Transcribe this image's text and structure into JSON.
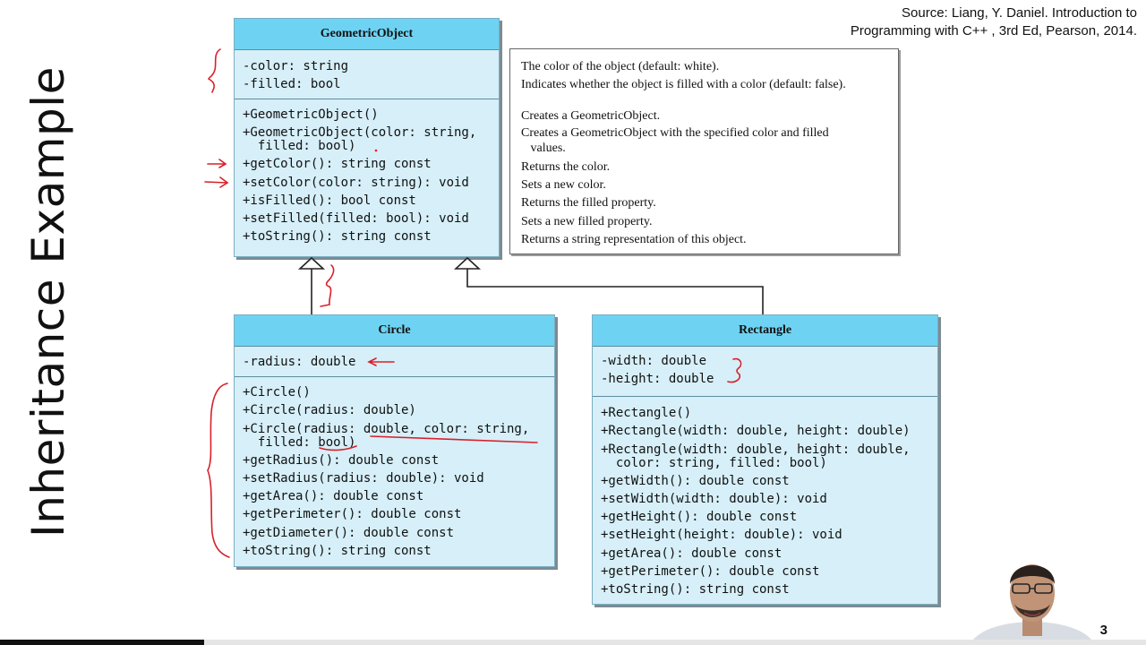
{
  "slide": {
    "side_title": "Inheritance Example",
    "source_line1": "Source: Liang, Y. Daniel. Introduction to",
    "source_line2": "Programming with C++ , 3rd Ed, Pearson, 2014.",
    "page_number": "3"
  },
  "geometric": {
    "name": "GeometricObject",
    "attributes": [
      "-color: string",
      "-filled: bool"
    ],
    "methods": [
      "+GeometricObject()",
      "+GeometricObject(color: string,",
      "  filled: bool)",
      "+getColor(): string const",
      "+setColor(color: string): void",
      "+isFilled(): bool const",
      "+setFilled(filled: bool): void",
      "+toString(): string const"
    ]
  },
  "descriptions": {
    "attrs": [
      "The color of the object (default: white).",
      "Indicates whether the object is filled with a color (default: false)."
    ],
    "methods": [
      "Creates a GeometricObject.",
      "Creates a GeometricObject with the specified color and filled\n   values.",
      "Returns the color.",
      "Sets a new color.",
      "Returns the filled property.",
      "Sets a new filled property.",
      "Returns a string representation of this object."
    ]
  },
  "circle": {
    "name": "Circle",
    "attributes": [
      "-radius: double"
    ],
    "methods": [
      "+Circle()",
      "+Circle(radius: double)",
      "+Circle(radius: double, color: string,",
      "  filled: bool)",
      "+getRadius(): double const",
      "+setRadius(radius: double): void",
      "+getArea(): double const",
      "+getPerimeter(): double const",
      "+getDiameter(): double const",
      "+toString(): string const"
    ]
  },
  "rectangle": {
    "name": "Rectangle",
    "attributes": [
      "-width: double",
      "-height: double"
    ],
    "methods": [
      "+Rectangle()",
      "+Rectangle(width: double, height: double)",
      "+Rectangle(width: double, height: double,",
      "  color: string, filled: bool)",
      "+getWidth(): double const",
      "+setWidth(width: double): void",
      "+getHeight(): double const",
      "+setHeight(height: double): void",
      "+getArea(): double const",
      "+getPerimeter(): double const",
      "+toString(): string const"
    ]
  },
  "colors": {
    "header": "#6ed3f2",
    "body": "#d6eff8",
    "annotation": "#d9202a"
  }
}
